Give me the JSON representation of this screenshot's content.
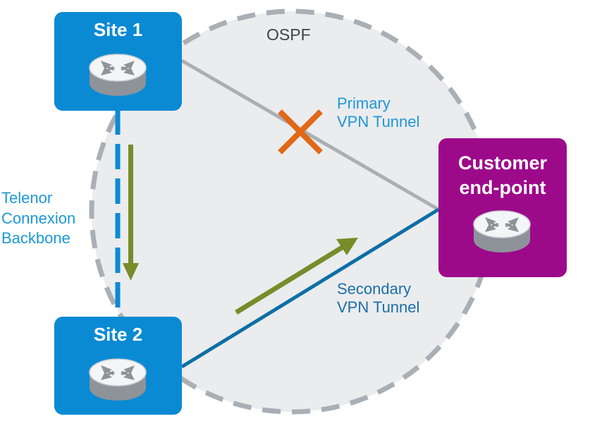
{
  "diagram": {
    "protocol_label": "OSPF",
    "nodes": {
      "site1": {
        "title": "Site 1",
        "icon": "router-icon",
        "color": "#0b8ad4"
      },
      "site2": {
        "title": "Site 2",
        "icon": "router-icon",
        "color": "#0b8ad4"
      },
      "customer": {
        "title_line1": "Customer",
        "title_line2": "end-point",
        "icon": "router-icon",
        "color": "#9c0a8a"
      }
    },
    "links": {
      "primary": {
        "label_line1": "Primary",
        "label_line2": "VPN Tunnel",
        "status": "failed",
        "status_icon": "x-mark-icon",
        "color": "#a9afb5",
        "label_color": "#1d98d6"
      },
      "secondary": {
        "label_line1": "Secondary",
        "label_line2": "VPN Tunnel",
        "status": "active",
        "color": "#0d6fa6",
        "label_color": "#1a6fa8"
      },
      "backbone": {
        "label_line1": "Telenor",
        "label_line2": "Connexion",
        "label_line3": "Backbone",
        "color": "#0b8ad4",
        "label_color": "#1d98d6"
      }
    },
    "colors": {
      "ospf_area_fill": "#ebecee",
      "ospf_area_border": "#a9afb5",
      "failover_arrow": "#7a8b2a",
      "failure_mark": "#e06818",
      "router_body": "#8e9399",
      "router_top": "#f4f5f6",
      "router_arrows": "#8e9399"
    }
  }
}
